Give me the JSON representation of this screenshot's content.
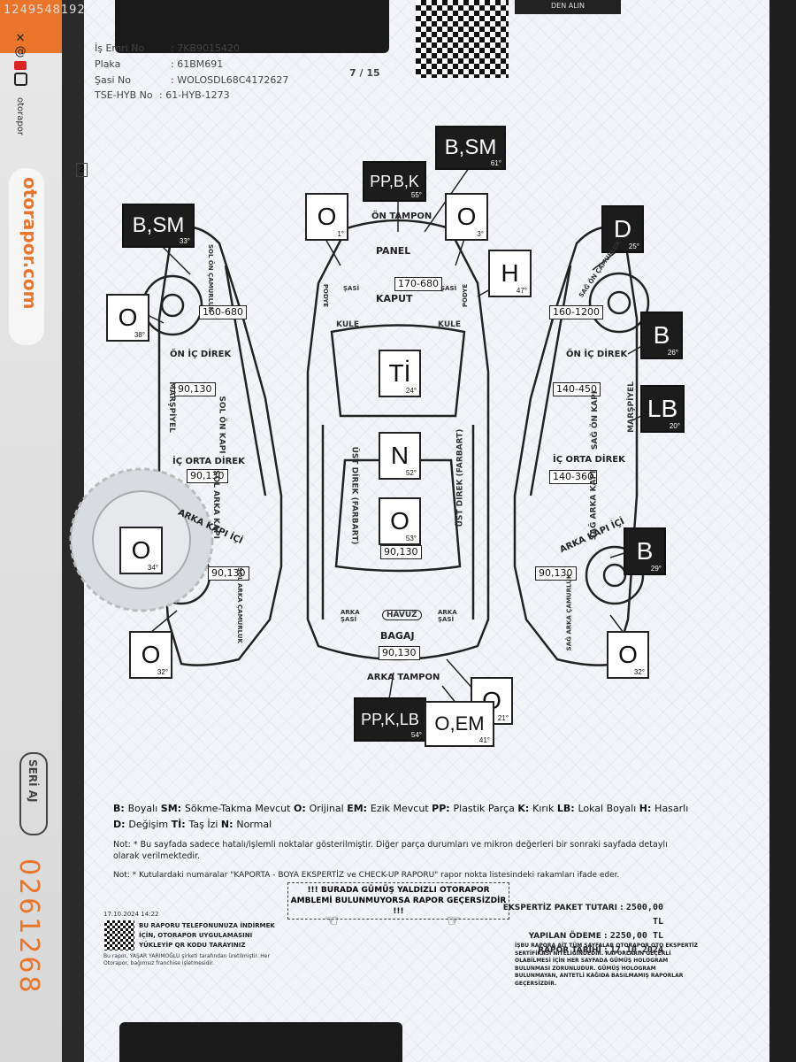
{
  "watermark_id": "1249548192",
  "sidebar": {
    "handle": "otorapor",
    "brand": "otorapor.com",
    "seri": "SERİ AJ",
    "serial": "0261268"
  },
  "header": {
    "is_emri_label": "İş Emri No",
    "is_emri_value": ": 7KB9015420",
    "plaka_label": "Plaka",
    "plaka_value": ": 61BM691",
    "sasi_label": "Şasi No",
    "sasi_value": ": WOLOSDL68C4172627",
    "tse_label": "TSE-HYB No",
    "tse_value": ": 61-HYB-1273",
    "page": "7 / 15",
    "page_box": "2",
    "top_right_1": "DEN ALIN"
  },
  "boxes": [
    {
      "id": "on-tampon",
      "text": "PP,B,K",
      "deg": "55°",
      "dark": true
    },
    {
      "id": "sag-on-camurluk-top",
      "text": "B,SM",
      "deg": "61°",
      "dark": true
    },
    {
      "id": "sol-on-top",
      "text": "O",
      "deg": "1°",
      "dark": false
    },
    {
      "id": "sag-on-top",
      "text": "O",
      "deg": "3°",
      "dark": false
    },
    {
      "id": "sol-on-camurluk",
      "text": "B,SM",
      "deg": "33°",
      "dark": true
    },
    {
      "id": "sag-far",
      "text": "H",
      "deg": "47°",
      "dark": false
    },
    {
      "id": "sag-on-camurluk",
      "text": "D",
      "deg": "25°",
      "dark": true
    },
    {
      "id": "sol-on-teker",
      "text": "O",
      "deg": "38°",
      "dark": false
    },
    {
      "id": "sag-direk",
      "text": "B",
      "deg": "26°",
      "dark": true
    },
    {
      "id": "tavan-on",
      "text": "Tİ",
      "deg": "24°",
      "dark": false
    },
    {
      "id": "sag-on-kapi",
      "text": "LB",
      "deg": "20°",
      "dark": true
    },
    {
      "id": "tavan",
      "text": "N",
      "deg": "52°",
      "dark": false
    },
    {
      "id": "tavan-arka",
      "text": "O",
      "deg": "53°",
      "dark": false
    },
    {
      "id": "sol-arka-kapi",
      "text": "O",
      "deg": "34°",
      "dark": false
    },
    {
      "id": "sag-arka-camurluk",
      "text": "B",
      "deg": "29°",
      "dark": true
    },
    {
      "id": "sol-arka-teker",
      "text": "O",
      "deg": "32°",
      "dark": false
    },
    {
      "id": "sag-arka-teker",
      "text": "O",
      "deg": "32°",
      "dark": false
    },
    {
      "id": "bagaj",
      "text": "O",
      "deg": "21°",
      "dark": false
    },
    {
      "id": "arka-tampon",
      "text": "PP,K,LB",
      "deg": "54°",
      "dark": true
    },
    {
      "id": "arka-tampon-2",
      "text": "O,EM",
      "deg": "41°",
      "dark": false
    }
  ],
  "values": {
    "kaput": "170-680",
    "sol_on_camurluk": "160-680",
    "sag_on_camurluk": "160-1200",
    "sol_on_kapi": "90,130",
    "sag_on_kapi": "140-450",
    "sol_arka_kapi": "90,130",
    "sag_arka_kapi": "140-360",
    "sol_arka_camurluk": "90,130",
    "sag_arka_camurluk": "90,130",
    "tavan": "90,130",
    "bagaj": "90,130"
  },
  "labels": {
    "on_tampon": "ÖN TAMPON",
    "panel": "PANEL",
    "kaput": "KAPUT",
    "on_ic_direk_l": "ÖN İÇ DİREK",
    "on_ic_direk_r": "ÖN İÇ DİREK",
    "ic_orta_direk_l": "İÇ ORTA DİREK",
    "ic_orta_direk_r": "İÇ ORTA DİREK",
    "arka_kapi_ici_l": "ARKA KAPI İÇİ",
    "arka_kapi_ici_r": "ARKA KAPI İÇİ",
    "bagaj": "BAGAJ",
    "arka_tampon": "ARKA TAMPON",
    "havuz": "HAVUZ",
    "kule_l": "KULE",
    "kule_r": "KULE",
    "sol_on_kapi": "SOL ÖN KAPI",
    "sag_on_kapi": "SAĞ ÖN KAPI",
    "sol_arka_kapi": "SOL ARKA KAPI",
    "sag_arka_kapi": "SAĞ ARKA KAPI",
    "ust_direk": "ÜST DİREK (FARBART)",
    "marspiyel": "MARŞPİYEL",
    "sol_on_camurluk": "SOL ÖN ÇAMURLUK",
    "sag_on_camurluk": "SAĞ ÖN ÇAMURLUK",
    "sol_arka_camurluk": "SOL ARKA ÇAMURLUK",
    "sag_arka_camurluk": "SAĞ ARKA ÇAMURLUK",
    "podye": "PODYE",
    "sasi": "ŞASİ",
    "arka_sasi": "ARKA ŞASİ"
  },
  "legend": {
    "line1": [
      [
        "B:",
        "Boyalı"
      ],
      [
        "SM:",
        "Sökme-Takma Mevcut"
      ],
      [
        "O:",
        "Orijinal"
      ],
      [
        "EM:",
        "Ezik Mevcut"
      ],
      [
        "PP:",
        "Plastik Parça"
      ],
      [
        "K:",
        "Kırık"
      ],
      [
        "LB:",
        "Lokal Boyalı"
      ],
      [
        "H:",
        "Hasarlı"
      ]
    ],
    "line2": [
      [
        "D:",
        "Değişim"
      ],
      [
        "Tİ:",
        "Taş İzi"
      ],
      [
        "N:",
        "Normal"
      ]
    ]
  },
  "notes": {
    "note1": "Not: * Bu sayfada sadece hatalı/işlemli noktalar gösterilmiştir. Diğer parça durumları ve mikron değerleri bir sonraki sayfada detaylı olarak verilmektedir.",
    "note2": "Not: * Kutulardaki numaralar \"KAPORTA - BOYA EKSPERTİZ ve CHECK-UP RAPORU\" rapor nokta listesindeki rakamları ifade eder.",
    "hologram": "!!! BURADA GÜMÜŞ YALDIZLI OTORAPOR AMBLEMİ BULUNMUYORSA RAPOR GEÇERSİZDİR !!!"
  },
  "payment": {
    "paket_label": "EKSPERTİZ PAKET TUTARI :",
    "paket_value": "2500,00 TL",
    "odeme_label": "YAPILAN ÖDEME :",
    "odeme_value": "2250,00 TL",
    "tarih_label": "RAPOR TARİHİ :",
    "tarih_value": "17.10.2024"
  },
  "footer": {
    "timestamp": "17.10.2024 14:22",
    "qr_text": "BU RAPORU TELEFONUNUZA İNDİRMEK İÇİN, OTORAPOR UYGULAMASINI YÜKLEYİP QR KODU TARAYINIZ",
    "disclaimer": "Bu rapor, YAŞAR YARIMOĞLU şirketi tarafından üretilmiştir. Her Otorapor, bağımsız franchise işletmesidir.",
    "right_text": "İŞBU RAPORA AİT TÜM SAYFALAR OTORAPOR OTO EKSPERTİZ SERTİFİKASI NİTELİĞİNDEDİR. RAPORLARIN GEÇERLİ OLABİLMESİ İÇİN HER SAYFADA GÜMÜŞ HOLOGRAM BULUNMASI ZORUNLUDUR. GÜMÜŞ HOLOGRAM BULUNMAYAN, ANTETLİ KAĞIDA BASILMAMIŞ RAPORLAR GEÇERSİZDİR."
  },
  "colors": {
    "accent": "#e8752a",
    "dark": "#1c1c1c",
    "paper": "#f2f4f8"
  }
}
